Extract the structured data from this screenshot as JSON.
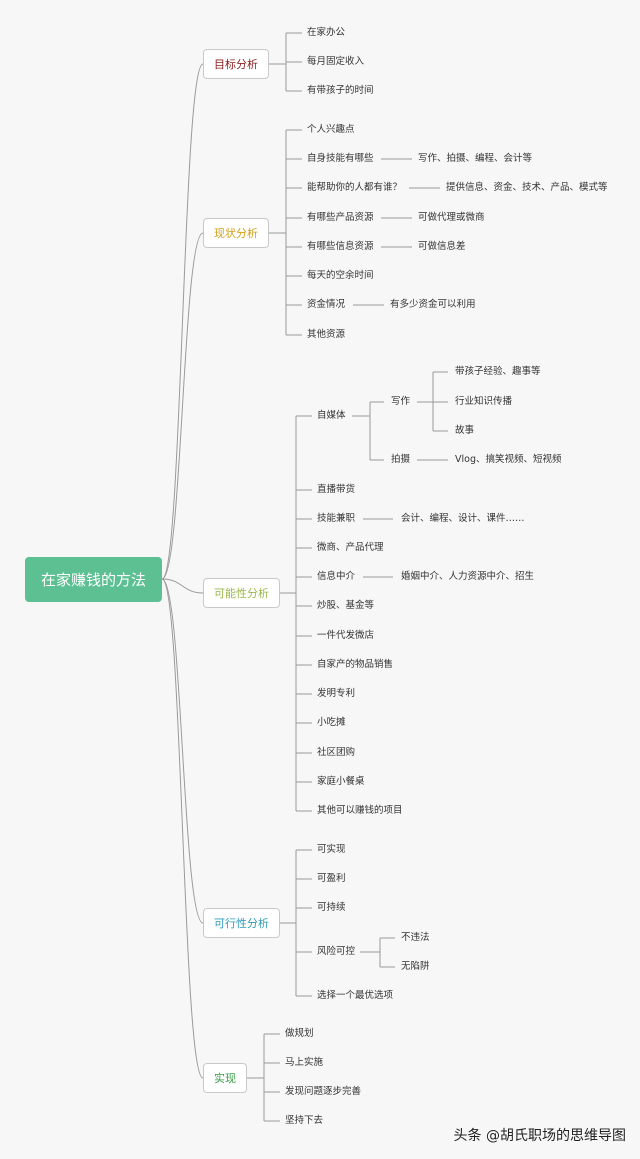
{
  "root": "在家赚钱的方法",
  "branches": {
    "goal": {
      "label": "目标分析",
      "color": "#8b1f1f",
      "items": [
        "在家办公",
        "每月固定收入",
        "有带孩子的时间"
      ]
    },
    "status": {
      "label": "现状分析",
      "color": "#d4a017",
      "items": [
        {
          "label": "个人兴趣点"
        },
        {
          "label": "自身技能有哪些",
          "note": "写作、拍摄、编程、会计等"
        },
        {
          "label": "能帮助你的人都有谁？",
          "note": "提供信息、资金、技术、产品、模式等"
        },
        {
          "label": "有哪些产品资源",
          "note": "可做代理或微商"
        },
        {
          "label": "有哪些信息资源",
          "note": "可做信息差"
        },
        {
          "label": "每天的空余时间"
        },
        {
          "label": "资金情况",
          "note": "有多少资金可以利用"
        },
        {
          "label": "其他资源"
        }
      ]
    },
    "possible": {
      "label": "可能性分析",
      "color": "#9bb84a",
      "media": {
        "label": "自媒体",
        "writing": {
          "label": "写作",
          "items": [
            "带孩子经验、趣事等",
            "行业知识传播",
            "故事"
          ]
        },
        "filming": {
          "label": "拍摄",
          "note": "Vlog、搞笑视频、短视频"
        }
      },
      "items": [
        {
          "label": "直播带货"
        },
        {
          "label": "技能兼职",
          "note": "会计、编程、设计、课件……"
        },
        {
          "label": "微商、产品代理"
        },
        {
          "label": "信息中介",
          "note": "婚姻中介、人力资源中介、招生"
        },
        {
          "label": "炒股、基金等"
        },
        {
          "label": "一件代发微店"
        },
        {
          "label": "自家产的物品销售"
        },
        {
          "label": "发明专利"
        },
        {
          "label": "小吃摊"
        },
        {
          "label": "社区团购"
        },
        {
          "label": "家庭小餐桌"
        },
        {
          "label": "其他可以赚钱的项目"
        }
      ]
    },
    "feasible": {
      "label": "可行性分析",
      "color": "#2d9ab8",
      "items": [
        "可实现",
        "可盈利",
        "可持续"
      ],
      "risk": {
        "label": "风险可控",
        "items": [
          "不违法",
          "无陷阱"
        ]
      },
      "last": "选择一个最优选项"
    },
    "implement": {
      "label": "实现",
      "color": "#3a9a4a",
      "items": [
        "做规划",
        "马上实施",
        "发现问题逐步完善",
        "坚持下去"
      ]
    }
  },
  "watermark": "头条 @胡氏职场的思维导图",
  "line_color": "#9a9a9a"
}
